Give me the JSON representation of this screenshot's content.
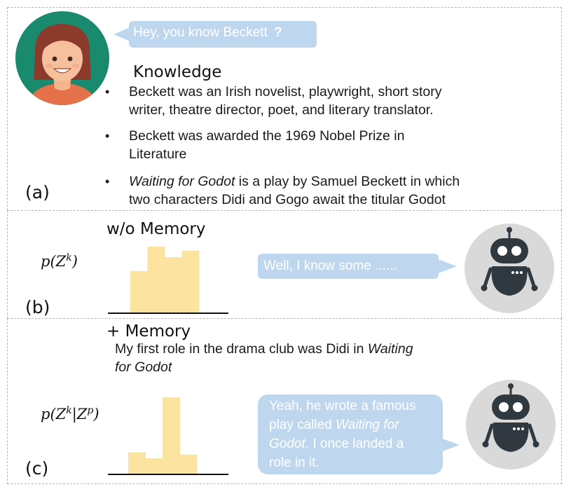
{
  "panel_a": {
    "label": "(a)",
    "user_message": "Hey, you know Beckett",
    "user_message_mark": "?",
    "knowledge_heading": "Knowledge",
    "knowledge": [
      {
        "lines": [
          "Beckett was an Irish novelist, playwright, short story",
          "writer, theatre director, poet, and literary translator."
        ]
      },
      {
        "lines": [
          "Beckett was awarded the 1969 Nobel Prize in",
          "Literature"
        ]
      },
      {
        "title_italic": "Waiting for Godot",
        "line1_rest": " is a play by Samuel Beckett in which",
        "line2": "two characters Didi and Gogo await the titular Godot"
      }
    ]
  },
  "panel_b": {
    "label": "(b)",
    "heading": "w/o Memory",
    "formula": {
      "p": "p(Z",
      "sup": "k",
      "close": ")"
    },
    "reply": "Well, I know some ......",
    "histogram_levels": [
      0.63,
      1.0,
      0.84,
      0.94
    ],
    "colors": {
      "bar": "#fde3a0",
      "bubble": "#bfd7ee"
    }
  },
  "panel_c": {
    "label": "(c)",
    "heading": "+ Memory",
    "memory_line1": "My first role in the drama club was Didi in ",
    "memory_title": "Waiting",
    "memory_line2_title": "for Godot",
    "formula": {
      "p": "p(Z",
      "sup1": "k",
      "bar": "|Z",
      "sup2": "p",
      "close": ")"
    },
    "reply": {
      "line1": "Yeah, he wrote a famous",
      "line2_plain": "play called ",
      "line2_title": "Waiting for",
      "line3_title": "Godot",
      "line3_rest": ". I once landed a",
      "line4": "role in it."
    },
    "histogram_levels": [
      0.28,
      0.2,
      1.0,
      0.25
    ],
    "colors": {
      "bar": "#fde3a0",
      "bubble": "#bfd7ee"
    }
  }
}
